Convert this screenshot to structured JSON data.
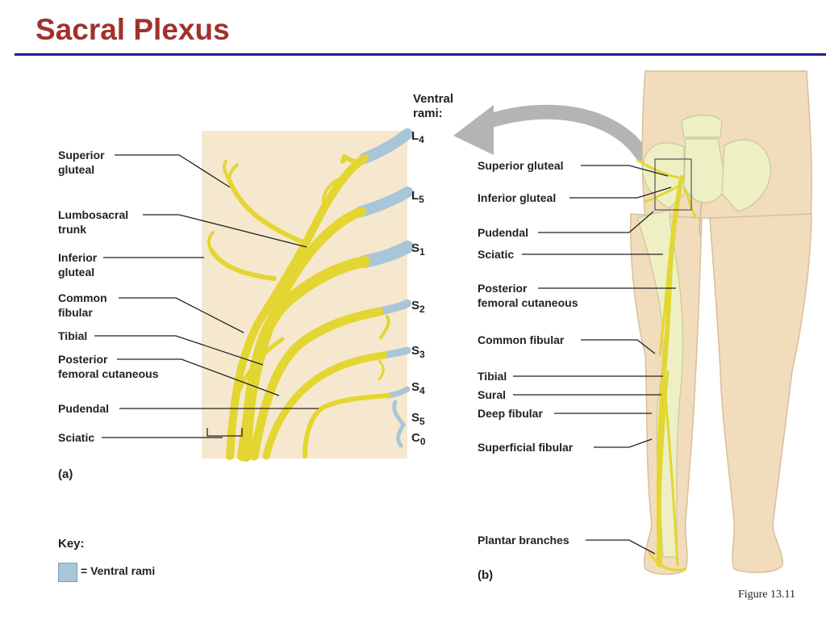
{
  "slide": {
    "title": "Sacral Plexus",
    "figure_caption": "Figure 13.11"
  },
  "colors": {
    "title": "#a0322d",
    "rule": "#1e1e8c",
    "nerve": "#e8df3a",
    "nerve_outline": "#c9b820",
    "ventral_rami": "#a9c6d8",
    "panel_bg": "#f6e8cf",
    "skin": "#f1dcbc"
  },
  "panel_a": {
    "tag": "(a)",
    "labels": {
      "superior_gluteal": [
        "Superior",
        "gluteal"
      ],
      "lumbosacral_trunk": [
        "Lumbosacral",
        "trunk"
      ],
      "inferior_gluteal": [
        "Inferior",
        "gluteal"
      ],
      "common_fibular": [
        "Common",
        "fibular"
      ],
      "tibial": "Tibial",
      "posterior_femoral_cutaneous": [
        "Posterior",
        "femoral cutaneous"
      ],
      "pudendal": "Pudendal",
      "sciatic": "Sciatic"
    },
    "ventral_rami_heading": [
      "Ventral",
      "rami:"
    ],
    "roots": [
      {
        "letter": "L",
        "num": "4"
      },
      {
        "letter": "L",
        "num": "5"
      },
      {
        "letter": "S",
        "num": "1"
      },
      {
        "letter": "S",
        "num": "2"
      },
      {
        "letter": "S",
        "num": "3"
      },
      {
        "letter": "S",
        "num": "4"
      },
      {
        "letter": "S",
        "num": "5"
      },
      {
        "letter": "C",
        "num": "0"
      }
    ]
  },
  "key": {
    "heading": "Key:",
    "ventral_rami": "= Ventral rami"
  },
  "panel_b": {
    "tag": "(b)",
    "labels": {
      "superior_gluteal": "Superior gluteal",
      "inferior_gluteal": "Inferior gluteal",
      "pudendal": "Pudendal",
      "sciatic": "Sciatic",
      "posterior_femoral_cutaneous": [
        "Posterior",
        "femoral cutaneous"
      ],
      "common_fibular": "Common fibular",
      "tibial": "Tibial",
      "sural": "Sural",
      "deep_fibular": "Deep fibular",
      "superficial_fibular": "Superficial fibular",
      "plantar_branches": "Plantar branches"
    }
  }
}
